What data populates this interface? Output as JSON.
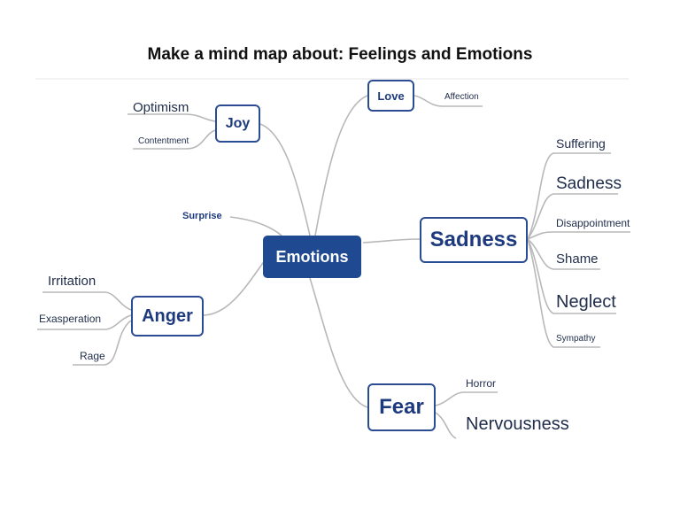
{
  "title": "Make a mind map about: Feelings and Emotions",
  "central": "Emotions",
  "branches": {
    "joy": "Joy",
    "love": "Love",
    "sadness": "Sadness",
    "anger": "Anger",
    "fear": "Fear",
    "surprise": "Surprise"
  },
  "joy_items": [
    "Optimism",
    "Contentment"
  ],
  "love_items": [
    "Affection"
  ],
  "sadness_items": [
    "Suffering",
    "Sadness",
    "Disappointment",
    "Shame",
    "Neglect",
    "Sympathy"
  ],
  "anger_items": [
    "Irritation",
    "Exasperation",
    "Rage"
  ],
  "fear_items": [
    "Horror",
    "Nervousness"
  ],
  "colors": {
    "central_fill": "#1f4990",
    "border": "#2b4c93",
    "text": "#1e3a7e",
    "connector": "#b7b7b7"
  }
}
